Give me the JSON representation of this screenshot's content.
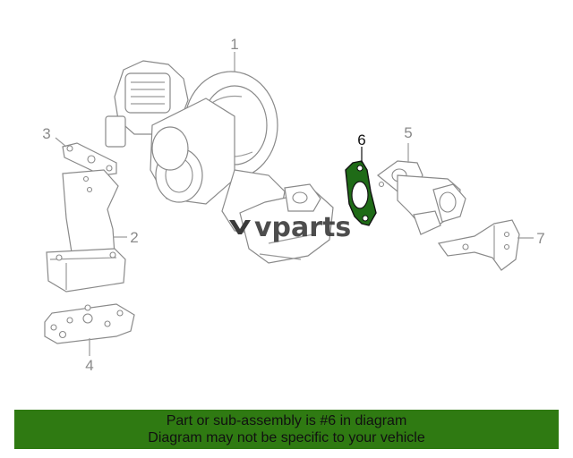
{
  "diagram": {
    "callouts": {
      "c1": "1",
      "c2": "2",
      "c3": "3",
      "c4": "4",
      "c5": "5",
      "c6": "6",
      "c7": "7"
    },
    "highlighted_part": "6",
    "highlight_color": "#1f6b17",
    "watermark": "vparts"
  },
  "banner": {
    "line1": "Part or sub-assembly is #6 in diagram",
    "line2": "Diagram may not be specific to your vehicle",
    "background": "#2f7a12"
  }
}
